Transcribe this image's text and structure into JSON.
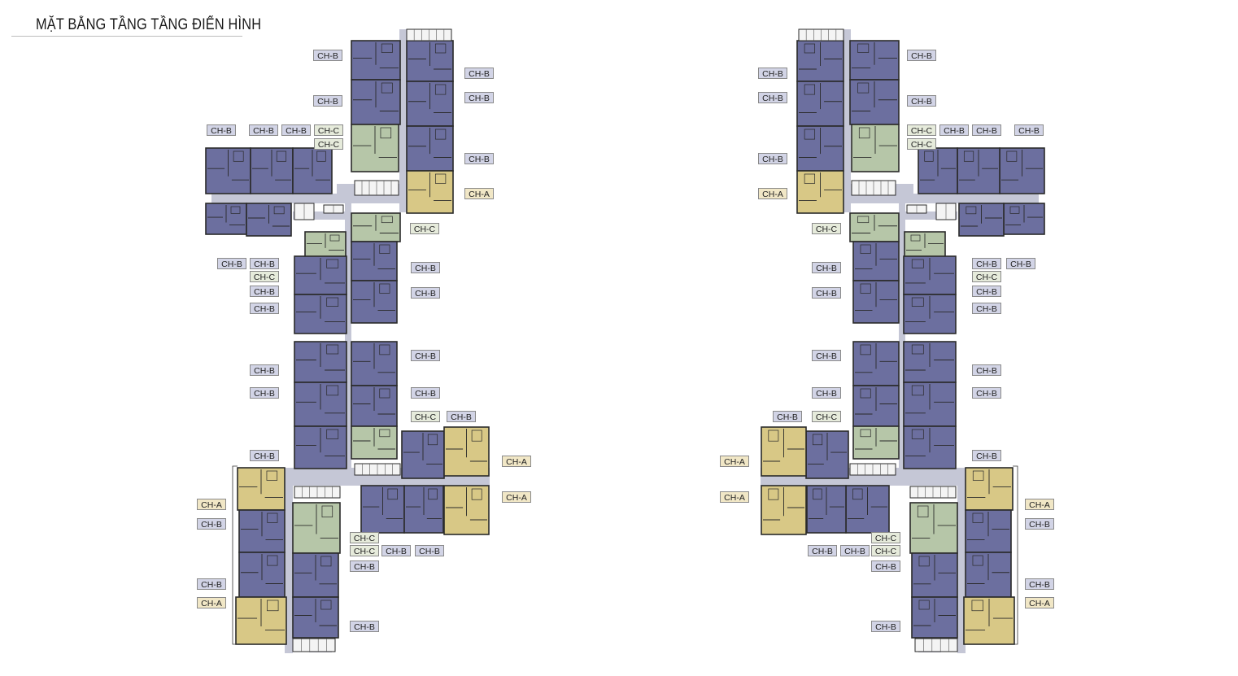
{
  "title": "MẶT BẰNG TẦNG TẦNG ĐIỂN HÌNH",
  "colors": {
    "type_a": "#d8c886",
    "type_b": "#6c6f9f",
    "type_c": "#b6c6a8",
    "corridor": "#c5c7d6",
    "wall": "#2a2a2a",
    "label_b_bg": "#d2d4e6",
    "label_c_bg": "#e6ebdb",
    "label_a_bg": "#f1e7c6"
  },
  "label_text": {
    "a": "CH-A",
    "b": "CH-B",
    "c": "CH-C"
  },
  "legend_types": [
    "CH-A",
    "CH-B",
    "CH-C"
  ]
}
